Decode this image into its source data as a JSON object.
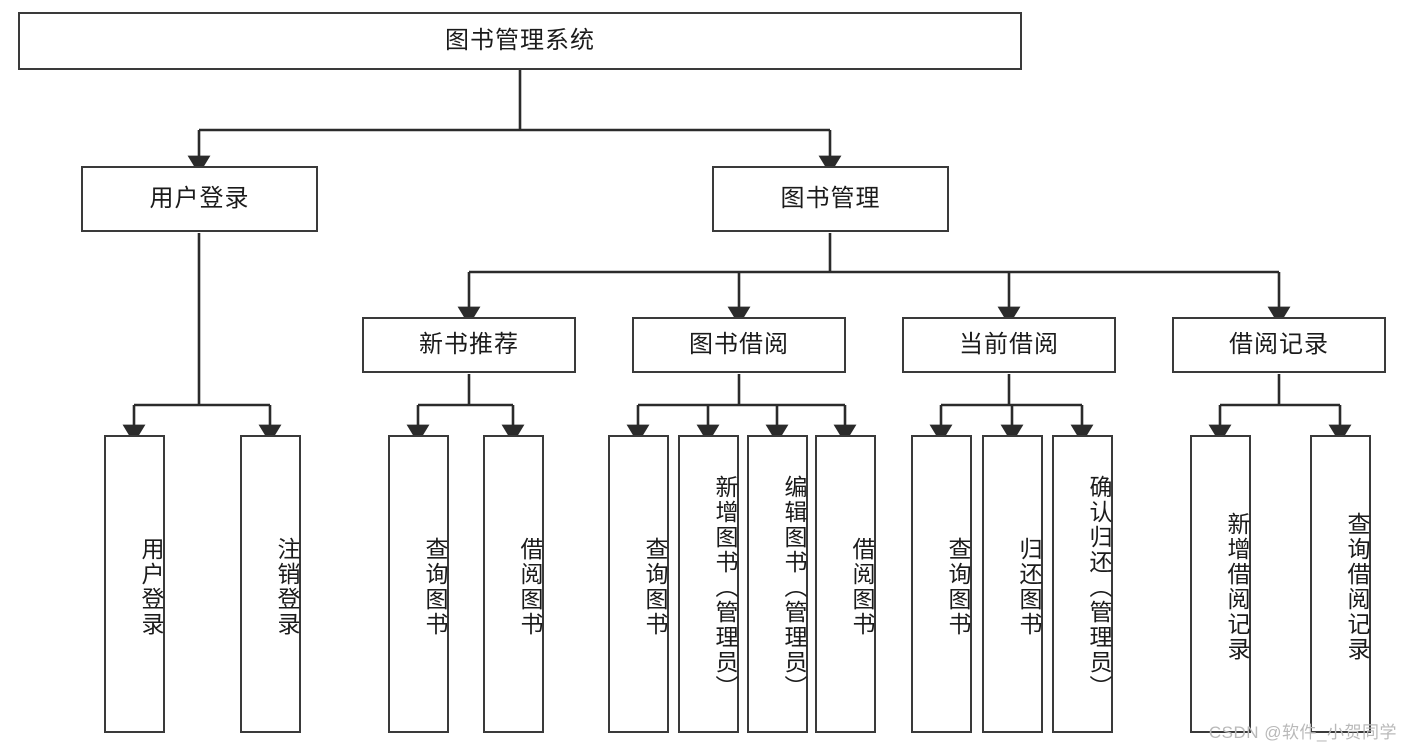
{
  "diagram": {
    "title": "图书管理系统",
    "type": "tree",
    "watermark": "CSDN @软件_小贺同学",
    "colors": {
      "box_border": "#3a3a3a",
      "box_fill": "#ffffff",
      "line": "#2b2b2b",
      "text": "#1b1b1b",
      "watermark": "#b9b9b9"
    },
    "levels": {
      "root": {
        "label": "图书管理系统"
      },
      "level2": [
        {
          "label": "用户登录"
        },
        {
          "label": "图书管理"
        }
      ],
      "level3": [
        {
          "label": "新书推荐"
        },
        {
          "label": "图书借阅"
        },
        {
          "label": "当前借阅"
        },
        {
          "label": "借阅记录"
        }
      ],
      "leaves": {
        "user_login": [
          {
            "label": "用户登录"
          },
          {
            "label": "注销登录"
          }
        ],
        "new_book_recommend": [
          {
            "label": "查询图书"
          },
          {
            "label": "借阅图书"
          }
        ],
        "book_borrow": [
          {
            "label": "查询图书"
          },
          {
            "label": "新增图书（管理员）"
          },
          {
            "label": "编辑图书（管理员）"
          },
          {
            "label": "借阅图书"
          }
        ],
        "current_borrow": [
          {
            "label": "查询图书"
          },
          {
            "label": "归还图书"
          },
          {
            "label": "确认归还（管理员）"
          }
        ],
        "borrow_record": [
          {
            "label": "新增借阅记录"
          },
          {
            "label": "查询借阅记录"
          }
        ]
      }
    }
  }
}
